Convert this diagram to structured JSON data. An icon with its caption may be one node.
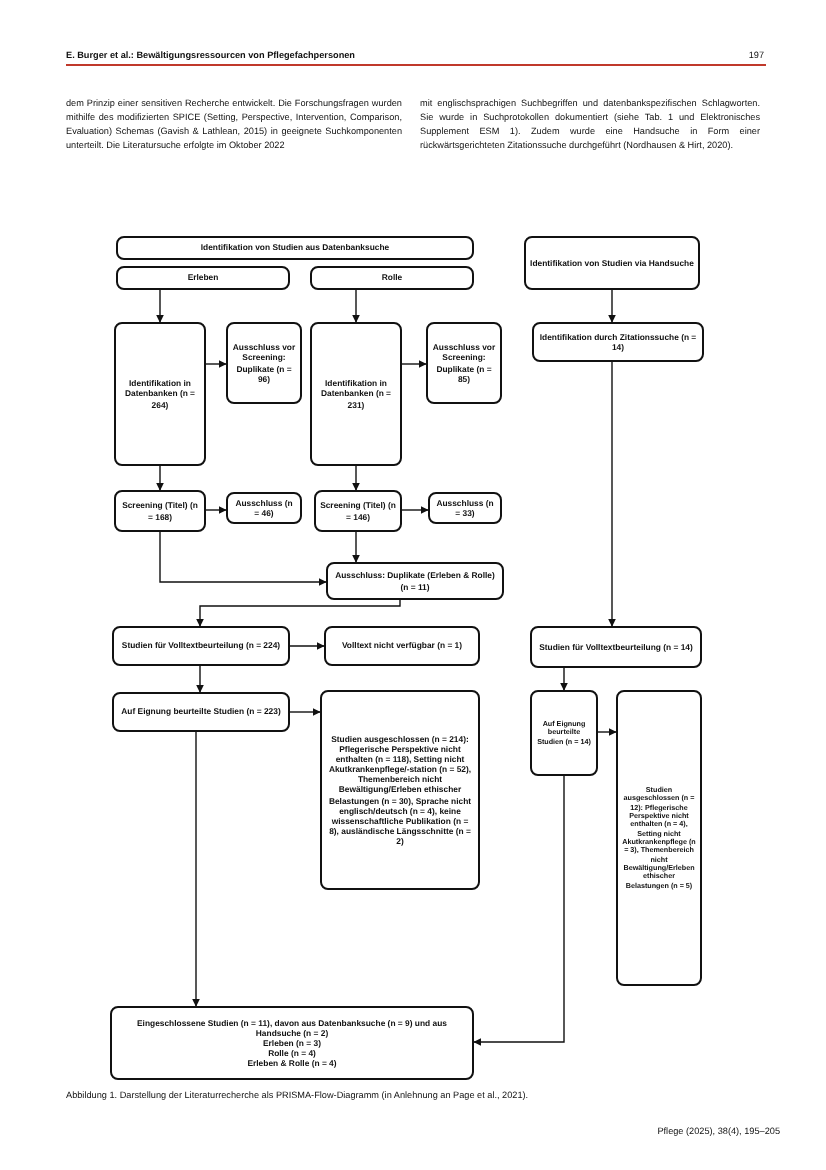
{
  "diagram": {
    "caption": "Abbildung 1. Darstellung der Literaturrecherche als PRISMA-Flow-Diagramm (in Anlehnung an Page et al., 2021).",
    "nodes": [
      {
        "text": [
          "Identifikation von Studien aus Datenbanksuche"
        ]
      },
      {
        "text": [
          "Erleben"
        ]
      },
      {
        "text": [
          "Rolle"
        ]
      },
      {
        "text": [
          "Identifikation von Studien via Handsuche"
        ]
      },
      {
        "text": [
          "Identifikation in Datenbanken (n = 264)"
        ]
      },
      {
        "text": [
          "Ausschluss vor Screening: Duplikate (n = 96)"
        ]
      },
      {
        "text": [
          "Identifikation in Datenbanken (n = 231)"
        ]
      },
      {
        "text": [
          "Ausschluss vor Screening: Duplikate (n = 85)"
        ]
      },
      {
        "text": [
          "Identifikation durch Zitationssuche (n = 14)"
        ]
      },
      {
        "text": [
          "Screening (Titel) (n = 168)"
        ]
      },
      {
        "text": [
          "Ausschluss (n = 46)"
        ]
      },
      {
        "text": [
          "Screening (Titel) (n = 146)"
        ]
      },
      {
        "text": [
          "Ausschluss (n = 33)"
        ]
      },
      {
        "text": [
          "Ausschluss: Duplikate (Erleben & Rolle) (n = 11)"
        ]
      },
      {
        "text": [
          "Studien für Volltextbeurteilung (n = 224)"
        ]
      },
      {
        "text": [
          "Volltext nicht verfügbar (n = 1)"
        ]
      },
      {
        "text": [
          "Auf Eignung beurteilte Studien (n = 223)"
        ]
      },
      {
        "text": [
          "Studien ausgeschlossen (n = 214): Pflegerische Perspektive nicht enthalten (n = 118), Setting nicht Akutkrankenpflege/-station (n = 52), Themenbereich nicht Bewältigung/Erleben ethischer Belastungen (n = 30), Sprache nicht englisch/deutsch (n = 4), keine wissenschaftliche Publikation (n = 8), ausländische Längsschnitte (n = 2)"
        ]
      },
      {
        "text": [
          "Studien für Volltextbeurteilung (n = 14)"
        ]
      },
      {
        "text": [
          "Auf Eignung beurteilte Studien (n = 14)"
        ]
      },
      {
        "text": [
          "Studien ausgeschlossen (n = 12): Pflegerische Perspektive nicht enthalten (n = 4), Setting nicht Akutkrankenpflege (n = 3), Themenbereich nicht Bewältigung/Erleben ethischer Belastungen (n = 5)"
        ]
      },
      {
        "text": [
          "Eingeschlossene Studien (n = 11), davon aus Datenbanksuche (n = 9) und aus Handsuche (n = 2)",
          "Erleben (n = 3)",
          "Rolle (n = 4)",
          "Erleben & Rolle (n = 4)"
        ]
      }
    ],
    "edges": [
      {
        "from": 1,
        "to": 4,
        "arrow": "to"
      },
      {
        "from": 2,
        "to": 6,
        "arrow": "to"
      },
      {
        "from": 4,
        "to": 5,
        "arrow": "to"
      },
      {
        "from": 6,
        "to": 7,
        "arrow": "to"
      },
      {
        "from": 4,
        "to": 9,
        "arrow": "to"
      },
      {
        "from": 6,
        "to": 11,
        "arrow": "to"
      },
      {
        "from": 9,
        "to": 10,
        "arrow": "to"
      },
      {
        "from": 11,
        "to": 12,
        "arrow": "to"
      },
      {
        "from": 9,
        "to": 13,
        "arrow": "to"
      },
      {
        "from": 11,
        "to": 13,
        "arrow": "to"
      },
      {
        "from": 13,
        "to": 14,
        "arrow": "to"
      },
      {
        "from": 14,
        "to": 15,
        "arrow": "to"
      },
      {
        "from": 14,
        "to": 16,
        "arrow": "to"
      },
      {
        "from": 16,
        "to": 17,
        "arrow": "to"
      },
      {
        "from": 16,
        "to": 21,
        "arrow": "to"
      },
      {
        "from": 3,
        "to": 8,
        "arrow": "to"
      },
      {
        "from": 8,
        "to": 18,
        "arrow": "to"
      },
      {
        "from": 18,
        "to": 19,
        "arrow": "to"
      },
      {
        "from": 19,
        "to": 20,
        "arrow": "to"
      },
      {
        "from": 19,
        "to": 21,
        "arrow": "to"
      }
    ],
    "labels": [
      "E. Burger et al.: Bewältigungsressourcen von Pflegefachpersonen",
      "197",
      "dem Prinzip einer sensitiven Recherche entwickelt. Die Forschungsfragen wurden mithilfe des modifizierten SPICE (Setting, Perspective, Intervention, Comparison, Evaluation) Schemas (Gavish & Lathlean, 2015) in geeignete Suchkomponenten unterteilt. Die Literatursuche erfolgte im Oktober 2022",
      "mit englischsprachigen Suchbegriffen und datenbankspezifischen Schlagworten. Sie wurde in Suchprotokollen dokumentiert (siehe Tab. 1 und Elektronisches Supplement ESM 1). Zudem wurde eine Handsuche in Form einer rückwärtsgerichteten Zitationssuche durchgeführt (Nordhausen & Hirt, 2020).",
      "Pflege (2025), 38(4), 195–205"
    ]
  }
}
